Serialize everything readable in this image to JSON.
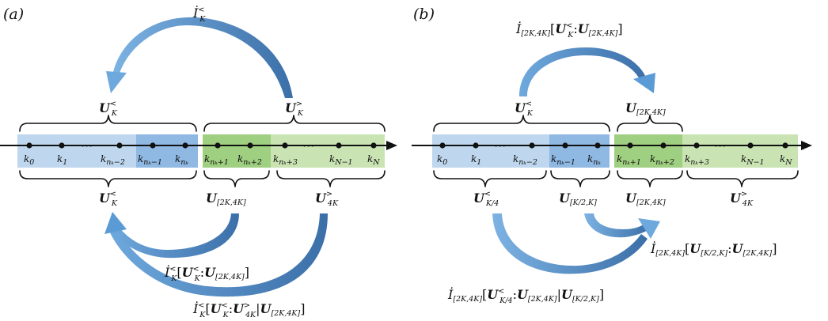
{
  "panels": {
    "a": {
      "tag": "(a)"
    },
    "b": {
      "tag": "(b)"
    }
  },
  "ticks": {
    "k0": "k",
    "k0_sub": "0",
    "k1": "k",
    "k1_sub": "1",
    "km2": "k",
    "km2_sub": "nₖ−2",
    "km1": "k",
    "km1_sub": "nₖ−1",
    "kn": "k",
    "kn_sub": "nₖ",
    "kp1": "k",
    "kp1_sub": "nₖ+1",
    "kp2": "k",
    "kp2_sub": "nₖ+2",
    "kp3": "k",
    "kp3_sub": "nₖ+3",
    "kN1": "k",
    "kN1_sub": "N−1",
    "kN": "k",
    "kN_sub": "N",
    "dots": "···"
  },
  "labels": {
    "U": "U",
    "I": "İ",
    "K_lt": "K",
    "lt": "<",
    "gt": ">",
    "K4_lt": "K/4",
    "K4K_gt": "4K",
    "range_2K_4K": "[2K,4K]",
    "range_K2_K": "[K/2,K]",
    "colon": ":",
    "bar": "|",
    "lbr": "[",
    "rbr": "]"
  },
  "colors": {
    "blue_light": "#bed7ee",
    "blue_dark": "#8fb8e3",
    "green_light": "#c9e3b3",
    "green_dark": "#9fcf80",
    "arrow_light": "#5b9bd5",
    "arrow_dark": "#3b6fa8"
  }
}
